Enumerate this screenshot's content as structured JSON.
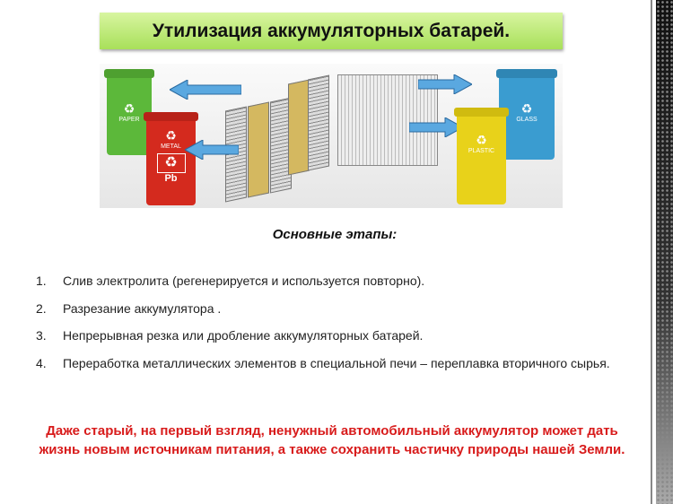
{
  "title": "Утилизация аккумуляторных батарей.",
  "illustration": {
    "bins": [
      {
        "label": "PAPER",
        "color": "#5cb83a"
      },
      {
        "label": "METAL",
        "sublabel": "Pb",
        "color": "#d42a1e"
      },
      {
        "label": "GLASS",
        "color": "#3a9cd0"
      },
      {
        "label": "PLASTIC",
        "color": "#e8d21a"
      }
    ],
    "recycle_symbol": "♻",
    "arrow_color": "#5aa8e0"
  },
  "subtitle": "Основные этапы:",
  "steps": [
    {
      "num": "1.",
      "text": "Слив электролита (регенерируется и используется повторно)."
    },
    {
      "num": "2.",
      "text": "Разрезание аккумулятора ."
    },
    {
      "num": "3.",
      "text": "Непрерывная резка или дробление аккумуляторных батарей."
    },
    {
      "num": "4.",
      "text": "Переработка металлических элементов в специальной печи – переплавка вторичного сырья."
    }
  ],
  "note": "Даже старый, на первый взгляд, ненужный автомобильный аккумулятор может дать жизнь новым источникам питания, а также сохранить частичку природы нашей Земли.",
  "colors": {
    "title_bg": "#b5e66a",
    "note": "#d81b1b"
  }
}
